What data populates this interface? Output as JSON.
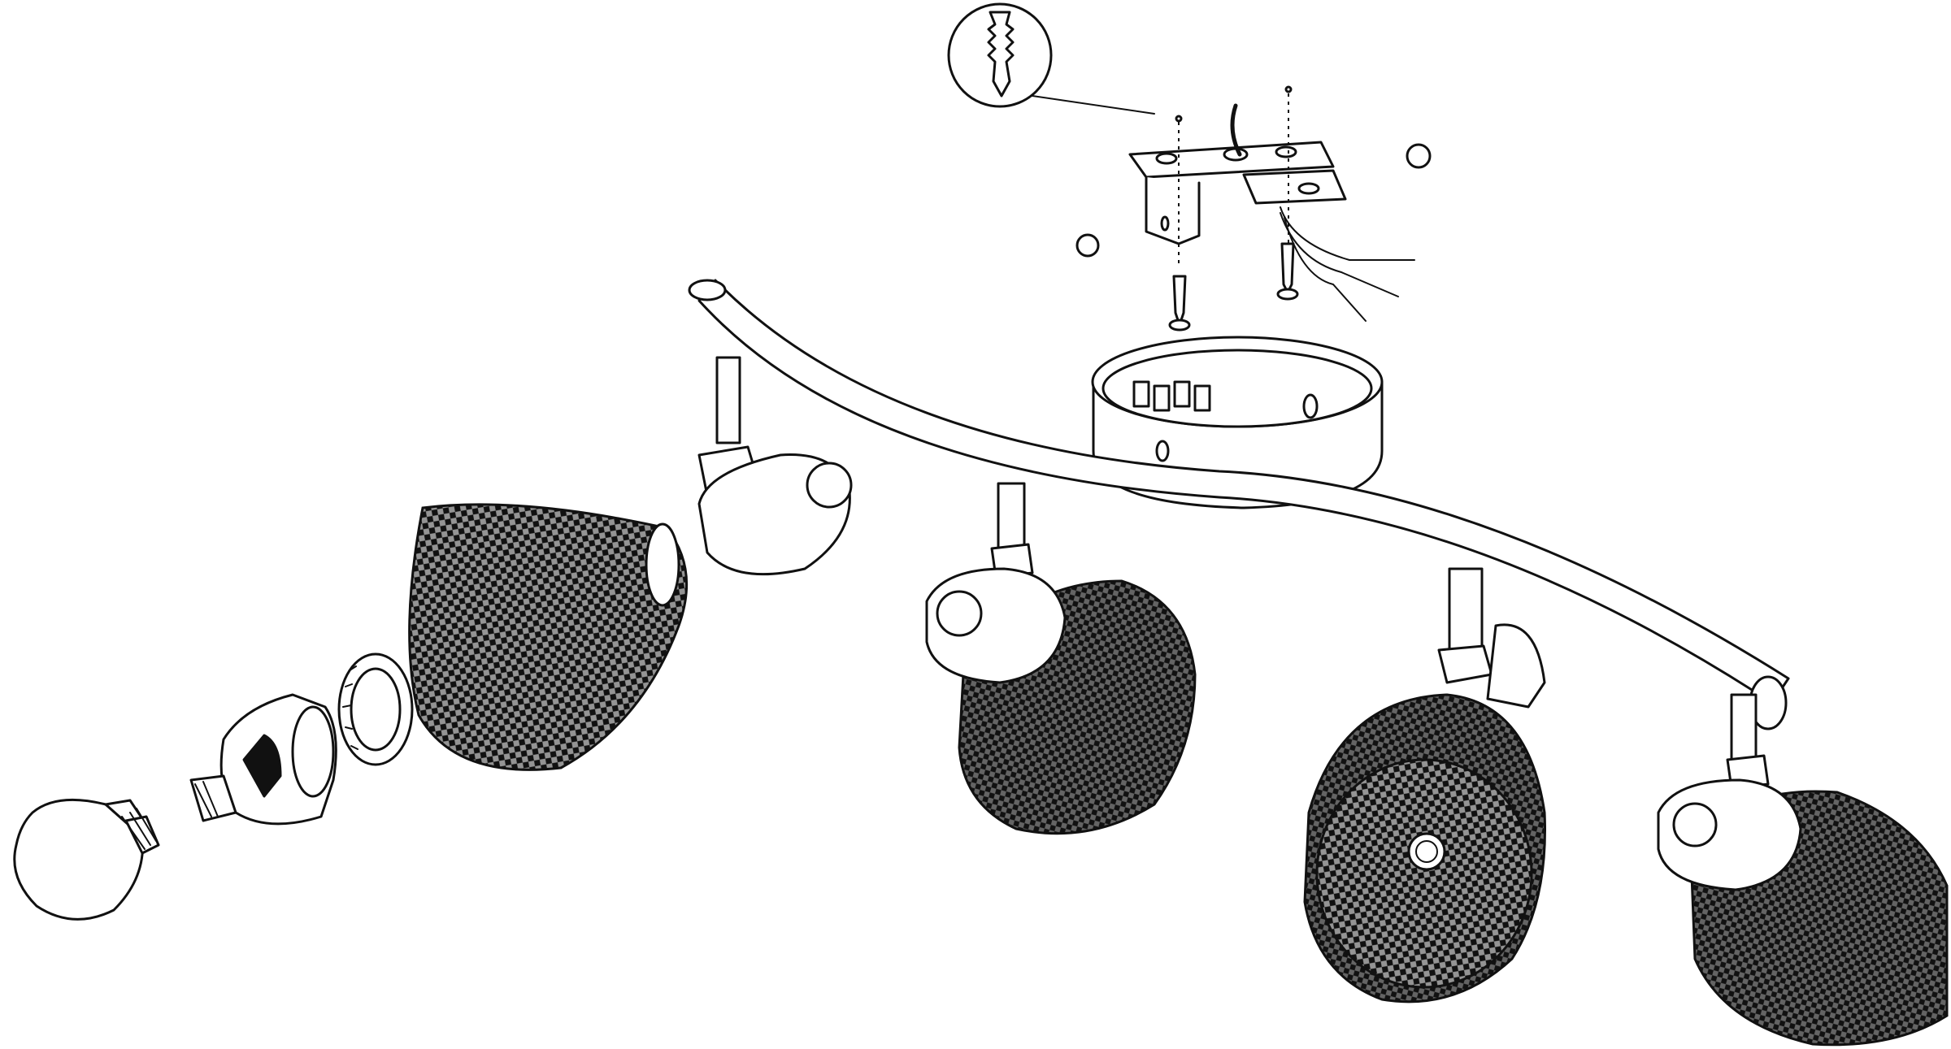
{
  "diagram": {
    "parts": [
      {
        "id": "wall-plug-detail",
        "icon": "wall-plug-icon"
      },
      {
        "id": "mounting-bracket",
        "icon": "bracket-icon"
      },
      {
        "id": "mounting-screws",
        "icon": "screw-icon"
      },
      {
        "id": "supply-cable",
        "icon": "cable-icon"
      },
      {
        "id": "canopy",
        "icon": "canopy-icon"
      },
      {
        "id": "curved-bar",
        "icon": "bar-icon"
      },
      {
        "id": "spotlight-heads",
        "count": 4,
        "icon": "spotlight-icon"
      },
      {
        "id": "mesh-shade",
        "icon": "shade-icon"
      },
      {
        "id": "lamp-holder",
        "icon": "lampholder-icon"
      },
      {
        "id": "shade-ring",
        "icon": "ring-icon"
      },
      {
        "id": "bulb",
        "icon": "bulb-icon"
      }
    ],
    "colors": {
      "line": "#111111",
      "fill": "#ffffff",
      "mesh": "#111111"
    }
  }
}
